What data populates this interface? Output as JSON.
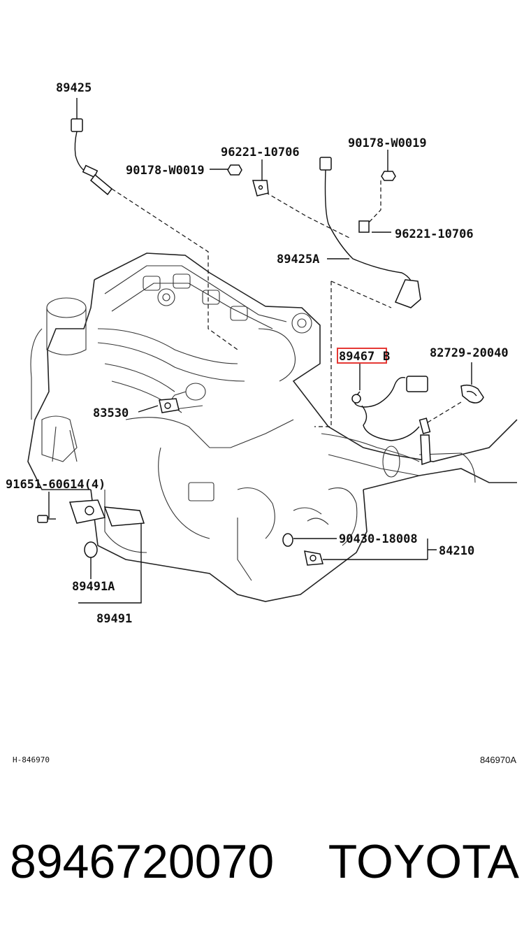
{
  "diagram": {
    "labels": {
      "p89425": "89425",
      "p96221_top": "96221-10706",
      "p90178_left": "90178-W0019",
      "p90178_right": "90178-W0019",
      "p96221_right": "96221-10706",
      "p89425A": "89425A",
      "p89467": "89467",
      "p89467_suffix": "B",
      "p82729": "82729-20040",
      "p83530": "83530",
      "p91651": "91651-60614(4)",
      "p90430": "90430-18008",
      "p84210": "84210",
      "p89491A": "89491A",
      "p89491": "89491"
    },
    "footer_left": "H-846970",
    "footer_right": "846970A",
    "highlight_color": "#e53935"
  },
  "caption": {
    "part_number": "8946720070",
    "brand": "TOYOTA"
  }
}
